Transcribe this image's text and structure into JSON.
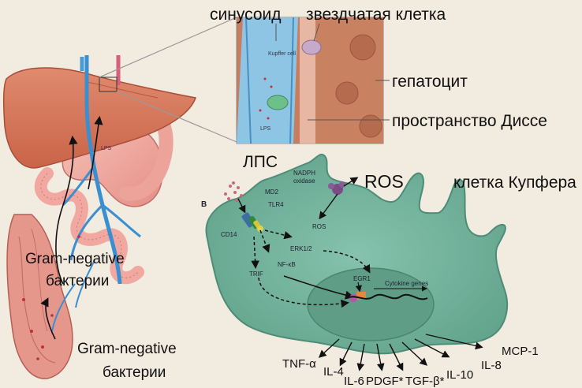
{
  "labels": {
    "sinusoid": "синусоид",
    "stellate_cell": "звездчатая клетка",
    "hepatocyte": "гепатоцит",
    "disse_space": "пространство Диссе",
    "lps_ru": "ЛПС",
    "ros": "ROS",
    "kupffer_cell_ru": "клетка Купфера",
    "gram_negative_1": "Gram-negative",
    "bacteria_1": "бактерии",
    "gram_negative_2": "Gram-negative",
    "bacteria_2": "бактерии"
  },
  "inset": {
    "kupffer_cell": "Kupffer cell",
    "lps": "LPS"
  },
  "liver": {
    "lps": "LPS"
  },
  "cell": {
    "panel_letter": "B",
    "nadph": "NADPH",
    "oxidase": "oxidase",
    "ros_small": "ROS",
    "md2": "MD2",
    "tlr4": "TLR4",
    "cd14": "CD14",
    "erk": "ERK1/2",
    "trif": "TRIF",
    "nfkb": "NF-κB",
    "egr1": "EGR1",
    "cytokine_genes": "Cytokine genes"
  },
  "cytokines": {
    "tnfa": "TNF-α",
    "il4": "IL-4",
    "il6": "IL-6",
    "pdgf": "PDGF*",
    "tgfb": "TGF-β*",
    "il10": "IL-10",
    "il8": "IL-8",
    "mcp1": "MCP-1"
  },
  "colors": {
    "background": "#f2ebe0",
    "liver": "#d9785e",
    "intestine": "#f0a8a0",
    "vessel": "#3a8fd0",
    "cell": "#73b39d",
    "nucleus": "#5f9d87"
  }
}
